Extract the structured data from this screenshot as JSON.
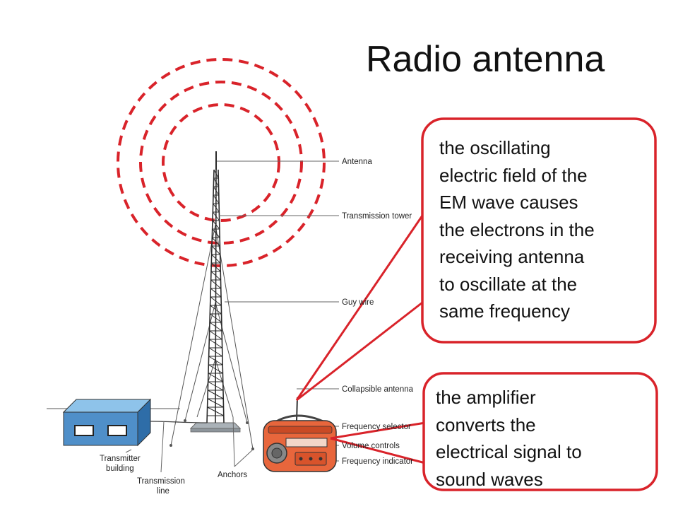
{
  "title": "Radio antenna",
  "labels": {
    "antenna": "Antenna",
    "transmission_tower": "Transmission tower",
    "guy_wire": "Guy wire",
    "collapsible_antenna": "Collapsible antenna",
    "frequency_selector": "Frequency selector",
    "volume_controls": "Volume controls",
    "frequency_indicator": "Frequency indicator",
    "transmitter_building": [
      "Transmitter",
      "building"
    ],
    "transmission_line": [
      "Transmission",
      "line"
    ],
    "anchors": "Anchors"
  },
  "callouts": [
    {
      "lines": [
        "the oscillating",
        "electric field of the",
        "EM wave causes",
        "the electrons in the",
        "receiving antenna",
        "to oscillate at the",
        "same frequency"
      ]
    },
    {
      "lines": [
        "the amplifier",
        "converts the",
        "electrical signal to",
        "sound waves"
      ]
    }
  ],
  "colors": {
    "accent_red": "#d9232a",
    "building_blue": "#4f8fc9",
    "radio_body": "#e8663c"
  }
}
